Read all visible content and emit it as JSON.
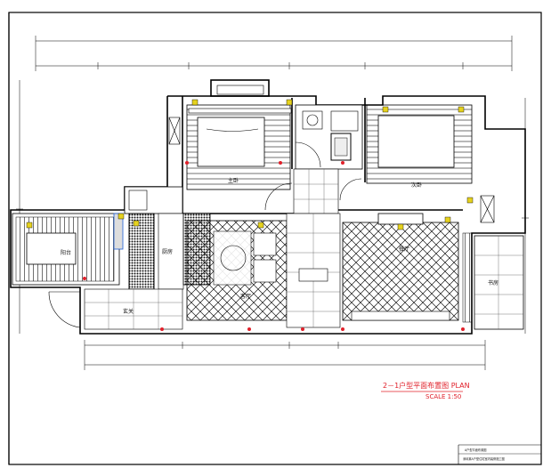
{
  "drawing": {
    "plan_title": "2－1户型平面布置图 PLAN",
    "scale_label": "SCALE 1:50",
    "title_block_line1": "A户型平面布置图",
    "title_block_line2": "深圳某A户型住宅室内装修施工图"
  },
  "rooms": {
    "bedroom_left": "主卧",
    "bedroom_right": "次卧",
    "balcony": "阳台",
    "kitchen": "厨房",
    "living": "客厅",
    "dining": "餐厅",
    "entry": "玄关",
    "study": "书房"
  },
  "colors": {
    "frame": "#000000",
    "annotation": "#e0202a",
    "furniture": "#222222",
    "accent_blue": "#1e5fd6",
    "accent_yellow": "#e6d21f"
  }
}
